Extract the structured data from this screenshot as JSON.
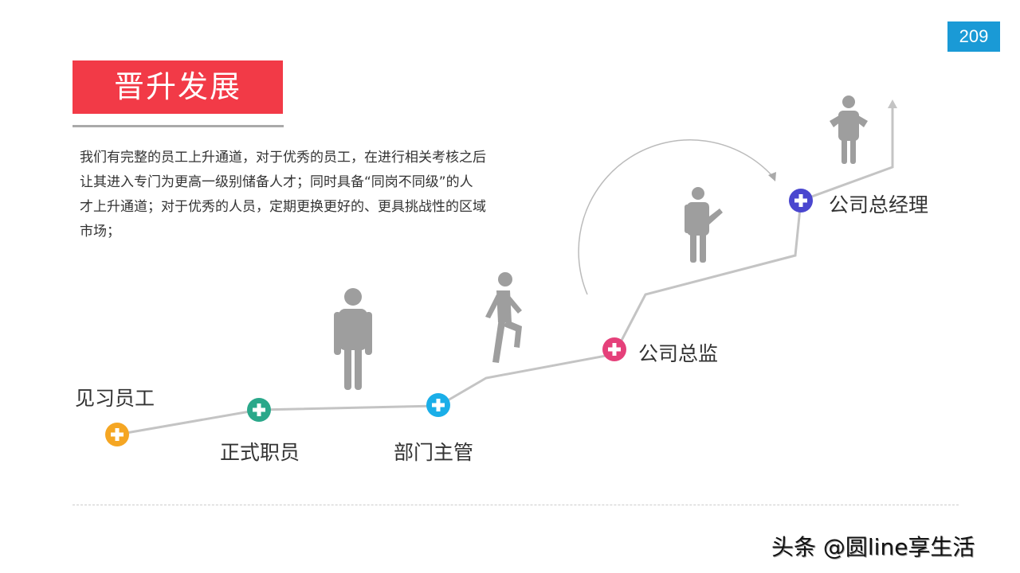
{
  "page_number": "209",
  "title": "晋升发展",
  "description": "我们有完整的员工上升通道，对于优秀的员工，在进行相关考核之后让其进入专门为更高一级别储备人才；同时具备“同岗不同级”的人才上升通道；对于优秀的人员，定期更换更好的、更具挑战性的区域市场；",
  "stages": [
    {
      "label": "见习员工",
      "color": "#f5a623"
    },
    {
      "label": "正式职员",
      "color": "#2aa88a"
    },
    {
      "label": "部门主管",
      "color": "#1aaee8"
    },
    {
      "label": "公司总监",
      "color": "#e5407a"
    },
    {
      "label": "公司总经理",
      "color": "#4a46cf"
    }
  ],
  "watermark": "头条 @圆line享生活"
}
